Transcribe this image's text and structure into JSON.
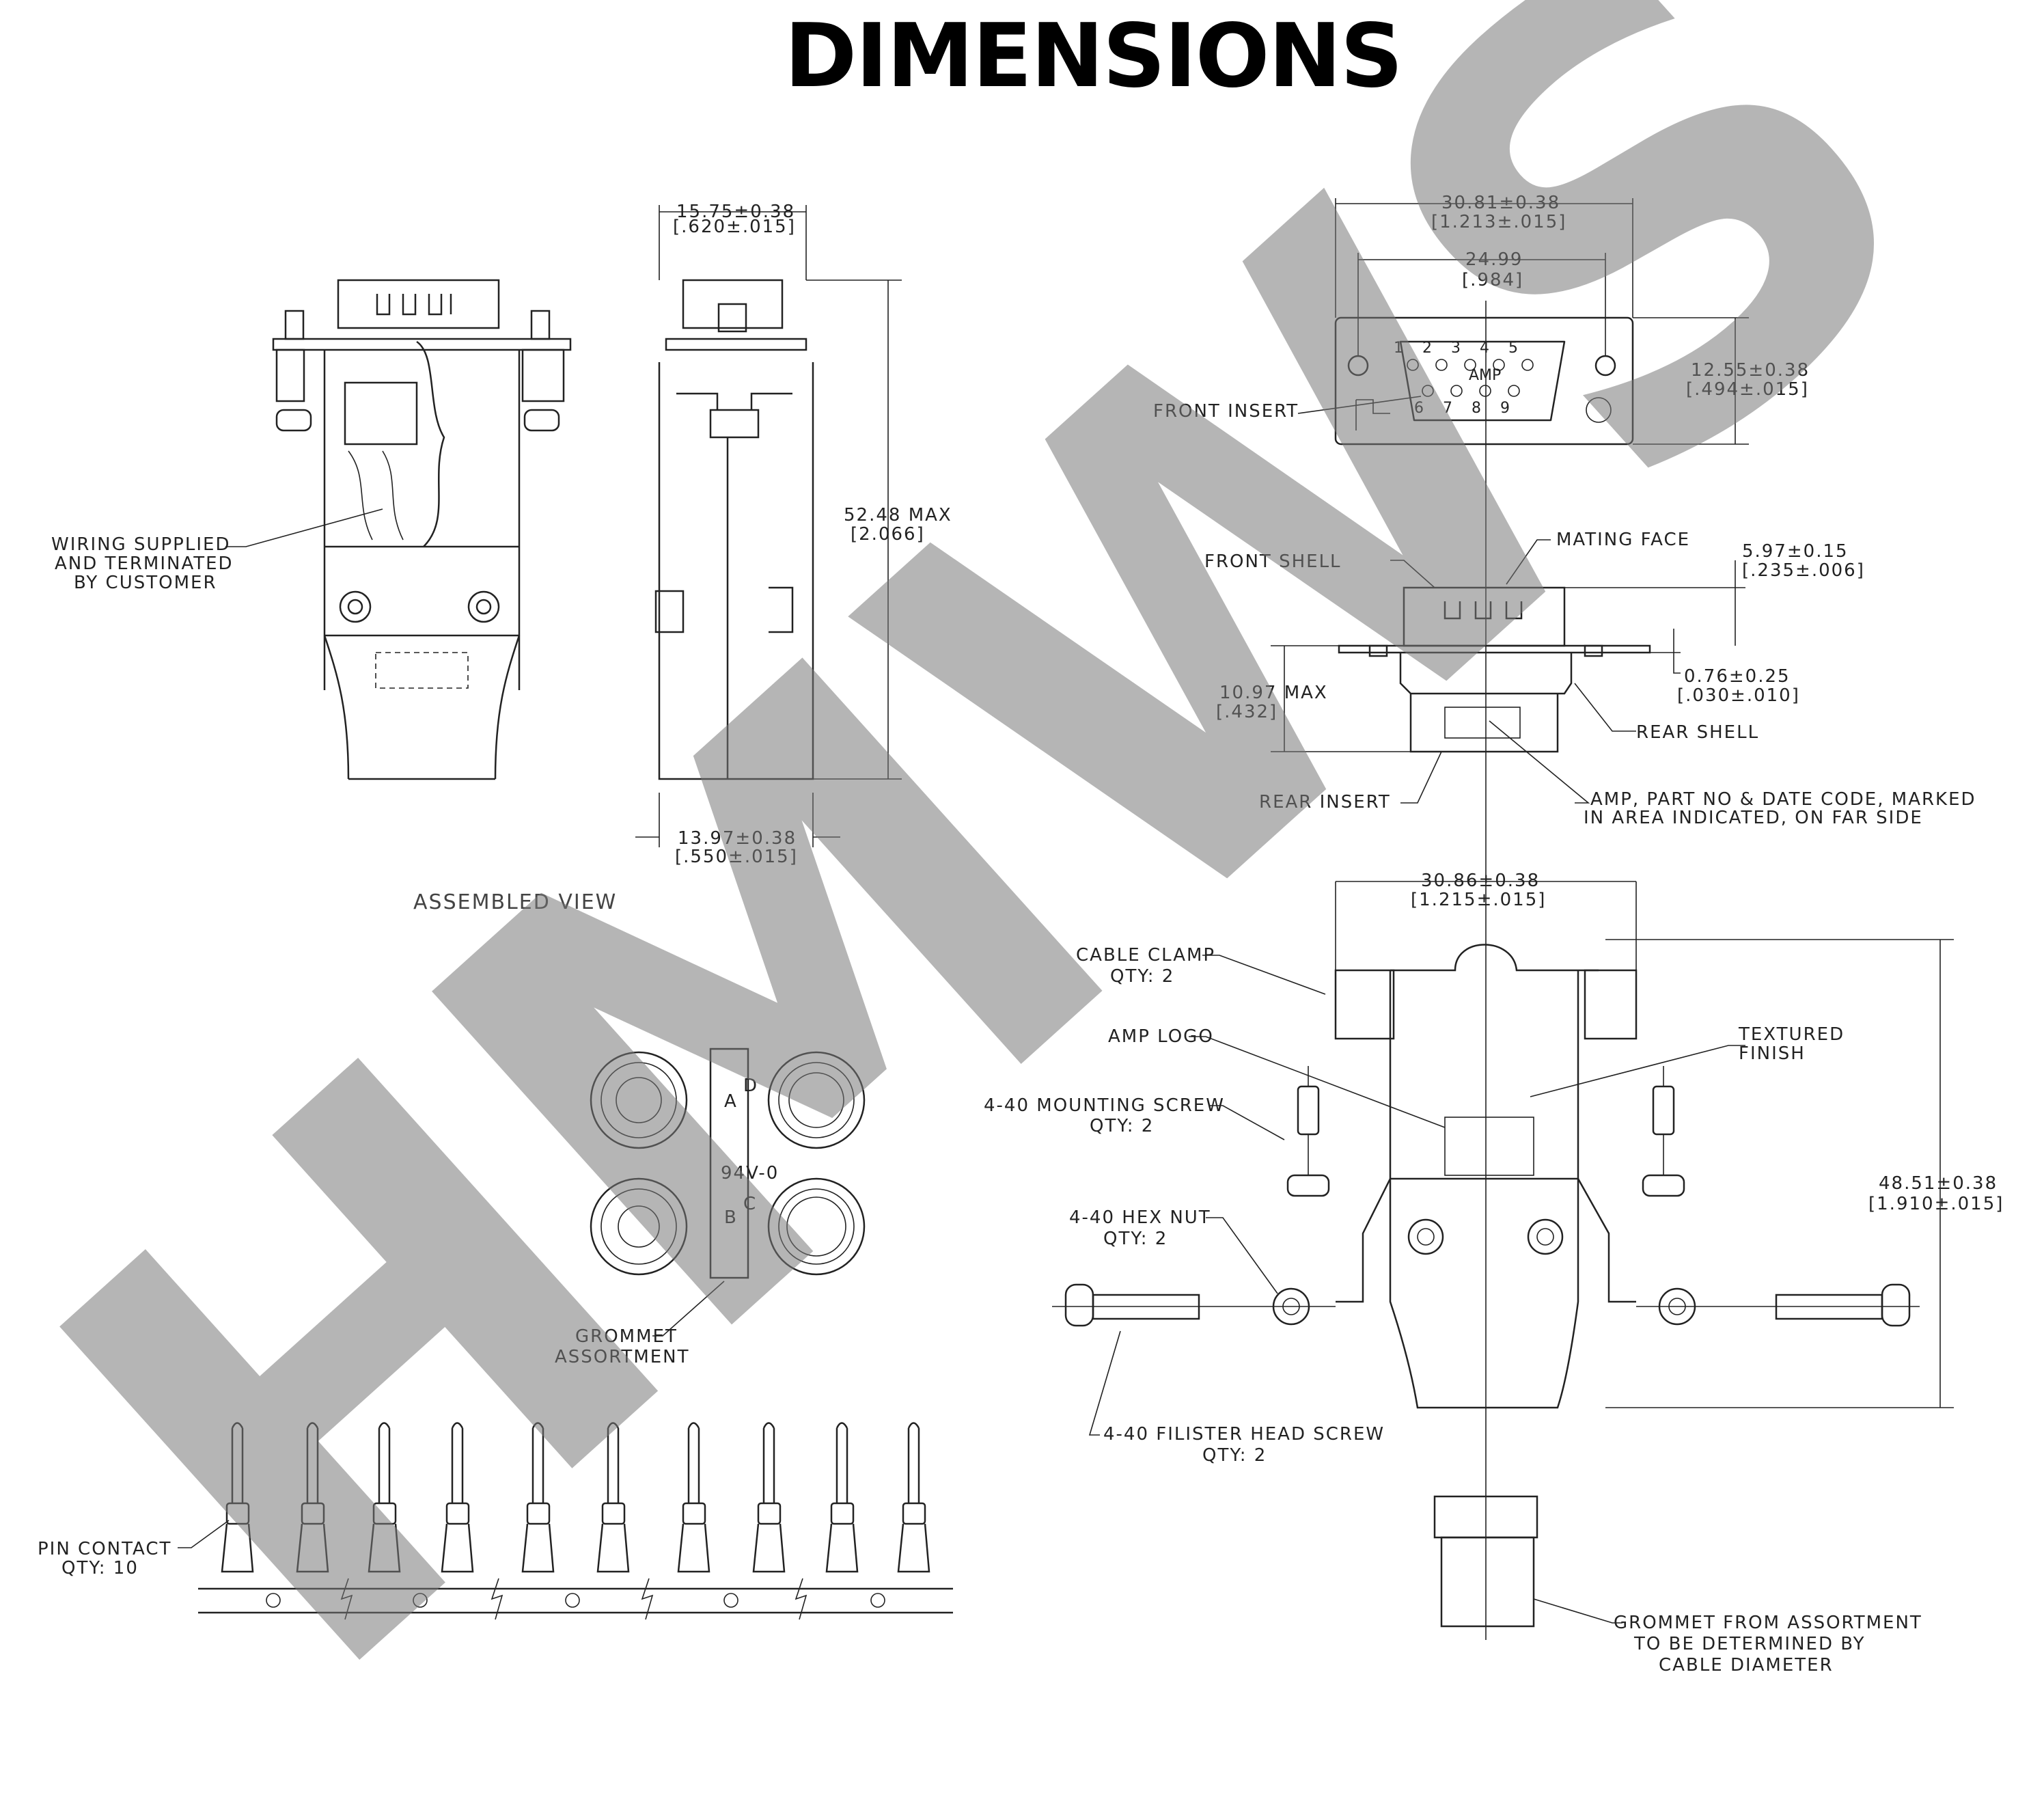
{
  "title": "DIMENSIONS",
  "watermark": "HMWS",
  "labels": {
    "dim_top_width": "15.75±0.38",
    "dim_top_width_in": "[.620±.015]",
    "max_height": "52.48 MAX",
    "max_height_in": "[2.066]",
    "dim_bottom_width": "13.97±0.38",
    "dim_bottom_width_in": "[.550±.015]",
    "wiring_1": "WIRING SUPPLIED",
    "wiring_2": "AND TERMINATED",
    "wiring_3": "BY CUSTOMER",
    "assembled_view": "ASSEMBLED VIEW",
    "flange_width": "30.81±0.38",
    "flange_width_in": "[1.213±.015]",
    "hole_spacing": "24.99",
    "hole_spacing_in": "[.984]",
    "flange_height": "12.55±0.38",
    "flange_height_in": "[.494±.015]",
    "front_insert": "FRONT INSERT",
    "amp_mark": "AMP",
    "pin_numbers_top": [
      "1",
      "2",
      "3",
      "4",
      "5"
    ],
    "pin_numbers_bottom": [
      "6",
      "7",
      "8",
      "9"
    ],
    "front_shell": "FRONT SHELL",
    "mating_face": "MATING FACE",
    "mating_dim": "5.97±0.15",
    "mating_dim_in": "[.235±.006]",
    "flange_thick": "0.76±0.25",
    "flange_thick_in": "[.030±.010]",
    "rear_shell": "REAR SHELL",
    "rear_max": "10.97 MAX",
    "rear_max_in": "[.432]",
    "rear_insert": "REAR INSERT",
    "amp_part_1": "AMP, PART NO & DATE CODE, MARKED",
    "amp_part_2": "IN AREA INDICATED, ON FAR SIDE",
    "hood_width": "30.86±0.38",
    "hood_width_in": "[1.215±.015]",
    "cable_clamp": "CABLE CLAMP",
    "cable_clamp_qty": "QTY: 2",
    "amp_logo": "AMP LOGO",
    "textured_1": "TEXTURED",
    "textured_2": "FINISH",
    "mount_screw": "4-40 MOUNTING SCREW",
    "mount_screw_qty": "QTY: 2",
    "hood_height": "48.51±0.38",
    "hood_height_in": "[1.910±.015]",
    "hex_nut": "4-40 HEX NUT",
    "hex_nut_qty": "QTY: 2",
    "filister": "4-40 FILISTER HEAD SCREW",
    "filister_qty": "QTY: 2",
    "grommet_rating": "94V-0",
    "grommet_a": "A",
    "grommet_b": "B",
    "grommet_c": "C",
    "grommet_d": "D",
    "grommet_1": "GROMMET",
    "grommet_2": "ASSORTMENT",
    "pin_contact": "PIN CONTACT",
    "pin_contact_qty": "QTY: 10",
    "grommet_from_1": "GROMMET FROM ASSORTMENT",
    "grommet_from_2": "TO BE DETERMINED BY",
    "grommet_from_3": "CABLE DIAMETER"
  }
}
